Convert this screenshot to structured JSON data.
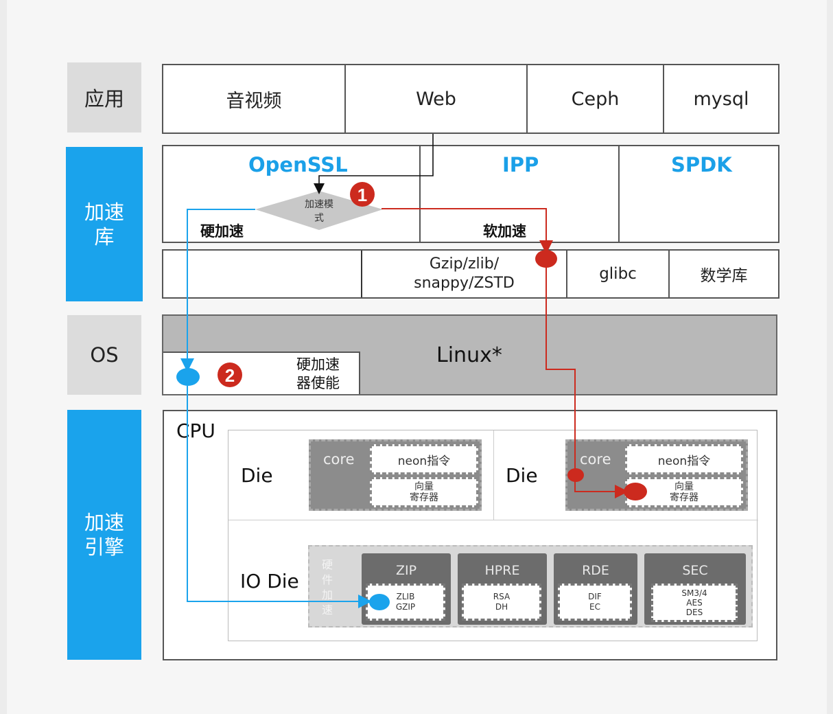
{
  "layers": {
    "app": "应用",
    "lib": "加速\n库",
    "os": "OS",
    "engine": "加速\n引擎"
  },
  "apps": [
    "音视频",
    "Web",
    "Ceph",
    "mysql"
  ],
  "libs": {
    "openssl": "OpenSSL",
    "ipp": "IPP",
    "spdk": "SPDK",
    "decision": "加速模\n式",
    "hard": "硬加速",
    "soft": "软加速",
    "compress": "Gzip/zlib/\nsnappy/ZSTD",
    "glibc": "glibc",
    "math": "数学库"
  },
  "os": {
    "linux": "Linux*",
    "hw_enable": "硬加速\n器使能"
  },
  "markers": {
    "one": "1",
    "two": "2"
  },
  "cpu": {
    "title": "CPU",
    "die1": "Die",
    "die2": "Die",
    "core": "core",
    "neon": "neon指令",
    "vector": "向量\n寄存器",
    "io_die": "IO Die",
    "hw_accel": "硬\n件\n加\n速",
    "engines": [
      {
        "name": "ZIP",
        "detail": "ZLIB\nGZIP"
      },
      {
        "name": "HPRE",
        "detail": "RSA\nDH"
      },
      {
        "name": "RDE",
        "detail": "DIF\nEC"
      },
      {
        "name": "SEC",
        "detail": "SM3/4\nAES\nDES"
      }
    ]
  },
  "colors": {
    "blue": "#1aa3ec",
    "red": "#cc2a1e",
    "gray": "#dcdcdc",
    "dark_gray": "#6c6c6c"
  }
}
